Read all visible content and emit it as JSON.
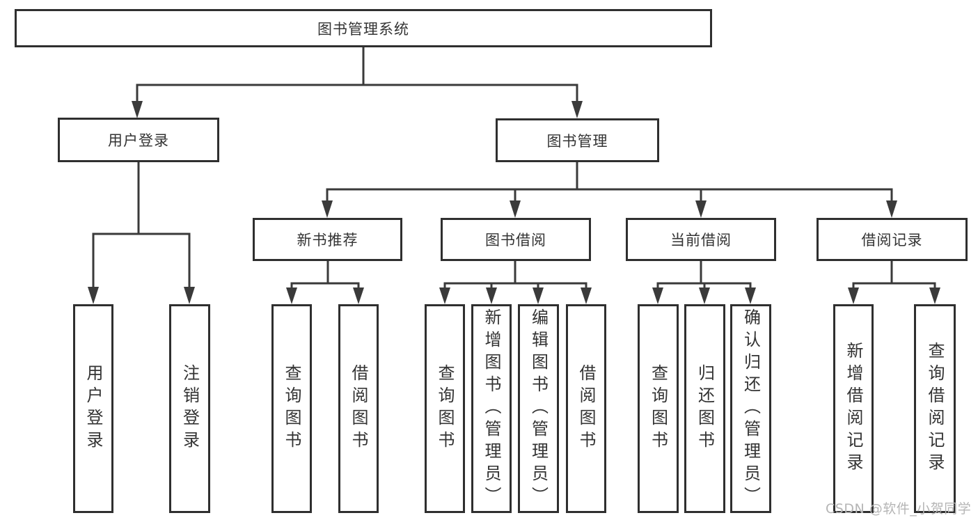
{
  "colors": {
    "line": "#3a3a3a",
    "border": "#2f2f2f",
    "text": "#333333",
    "box_background": "#ffffff",
    "watermark": "#b5b5b5"
  },
  "diagram": {
    "title_node": {
      "label": "图书管理系统"
    },
    "level2": [
      {
        "label": "用户登录"
      },
      {
        "label": "图书管理"
      }
    ],
    "level3": [
      {
        "label": "新书推荐",
        "parent": "图书管理"
      },
      {
        "label": "图书借阅",
        "parent": "图书管理"
      },
      {
        "label": "当前借阅",
        "parent": "图书管理"
      },
      {
        "label": "借阅记录",
        "parent": "图书管理"
      }
    ],
    "leaves": [
      {
        "label": "用户登录",
        "parent": "用户登录"
      },
      {
        "label": "注销登录",
        "parent": "用户登录"
      },
      {
        "label": "查询图书",
        "parent": "新书推荐"
      },
      {
        "label": "借阅图书",
        "parent": "新书推荐"
      },
      {
        "label": "查询图书",
        "parent": "图书借阅"
      },
      {
        "label": "新增图书（管理员）",
        "parent": "图书借阅"
      },
      {
        "label": "编辑图书（管理员）",
        "parent": "图书借阅"
      },
      {
        "label": "借阅图书",
        "parent": "图书借阅"
      },
      {
        "label": "查询图书",
        "parent": "当前借阅"
      },
      {
        "label": "归还图书",
        "parent": "当前借阅"
      },
      {
        "label": "确认归还（管理员）",
        "parent": "当前借阅"
      },
      {
        "label": "新增借阅记录",
        "parent": "借阅记录"
      },
      {
        "label": "查询借阅记录",
        "parent": "借阅记录"
      }
    ]
  },
  "watermark": {
    "text": "CSDN @软件_小贺同学"
  }
}
